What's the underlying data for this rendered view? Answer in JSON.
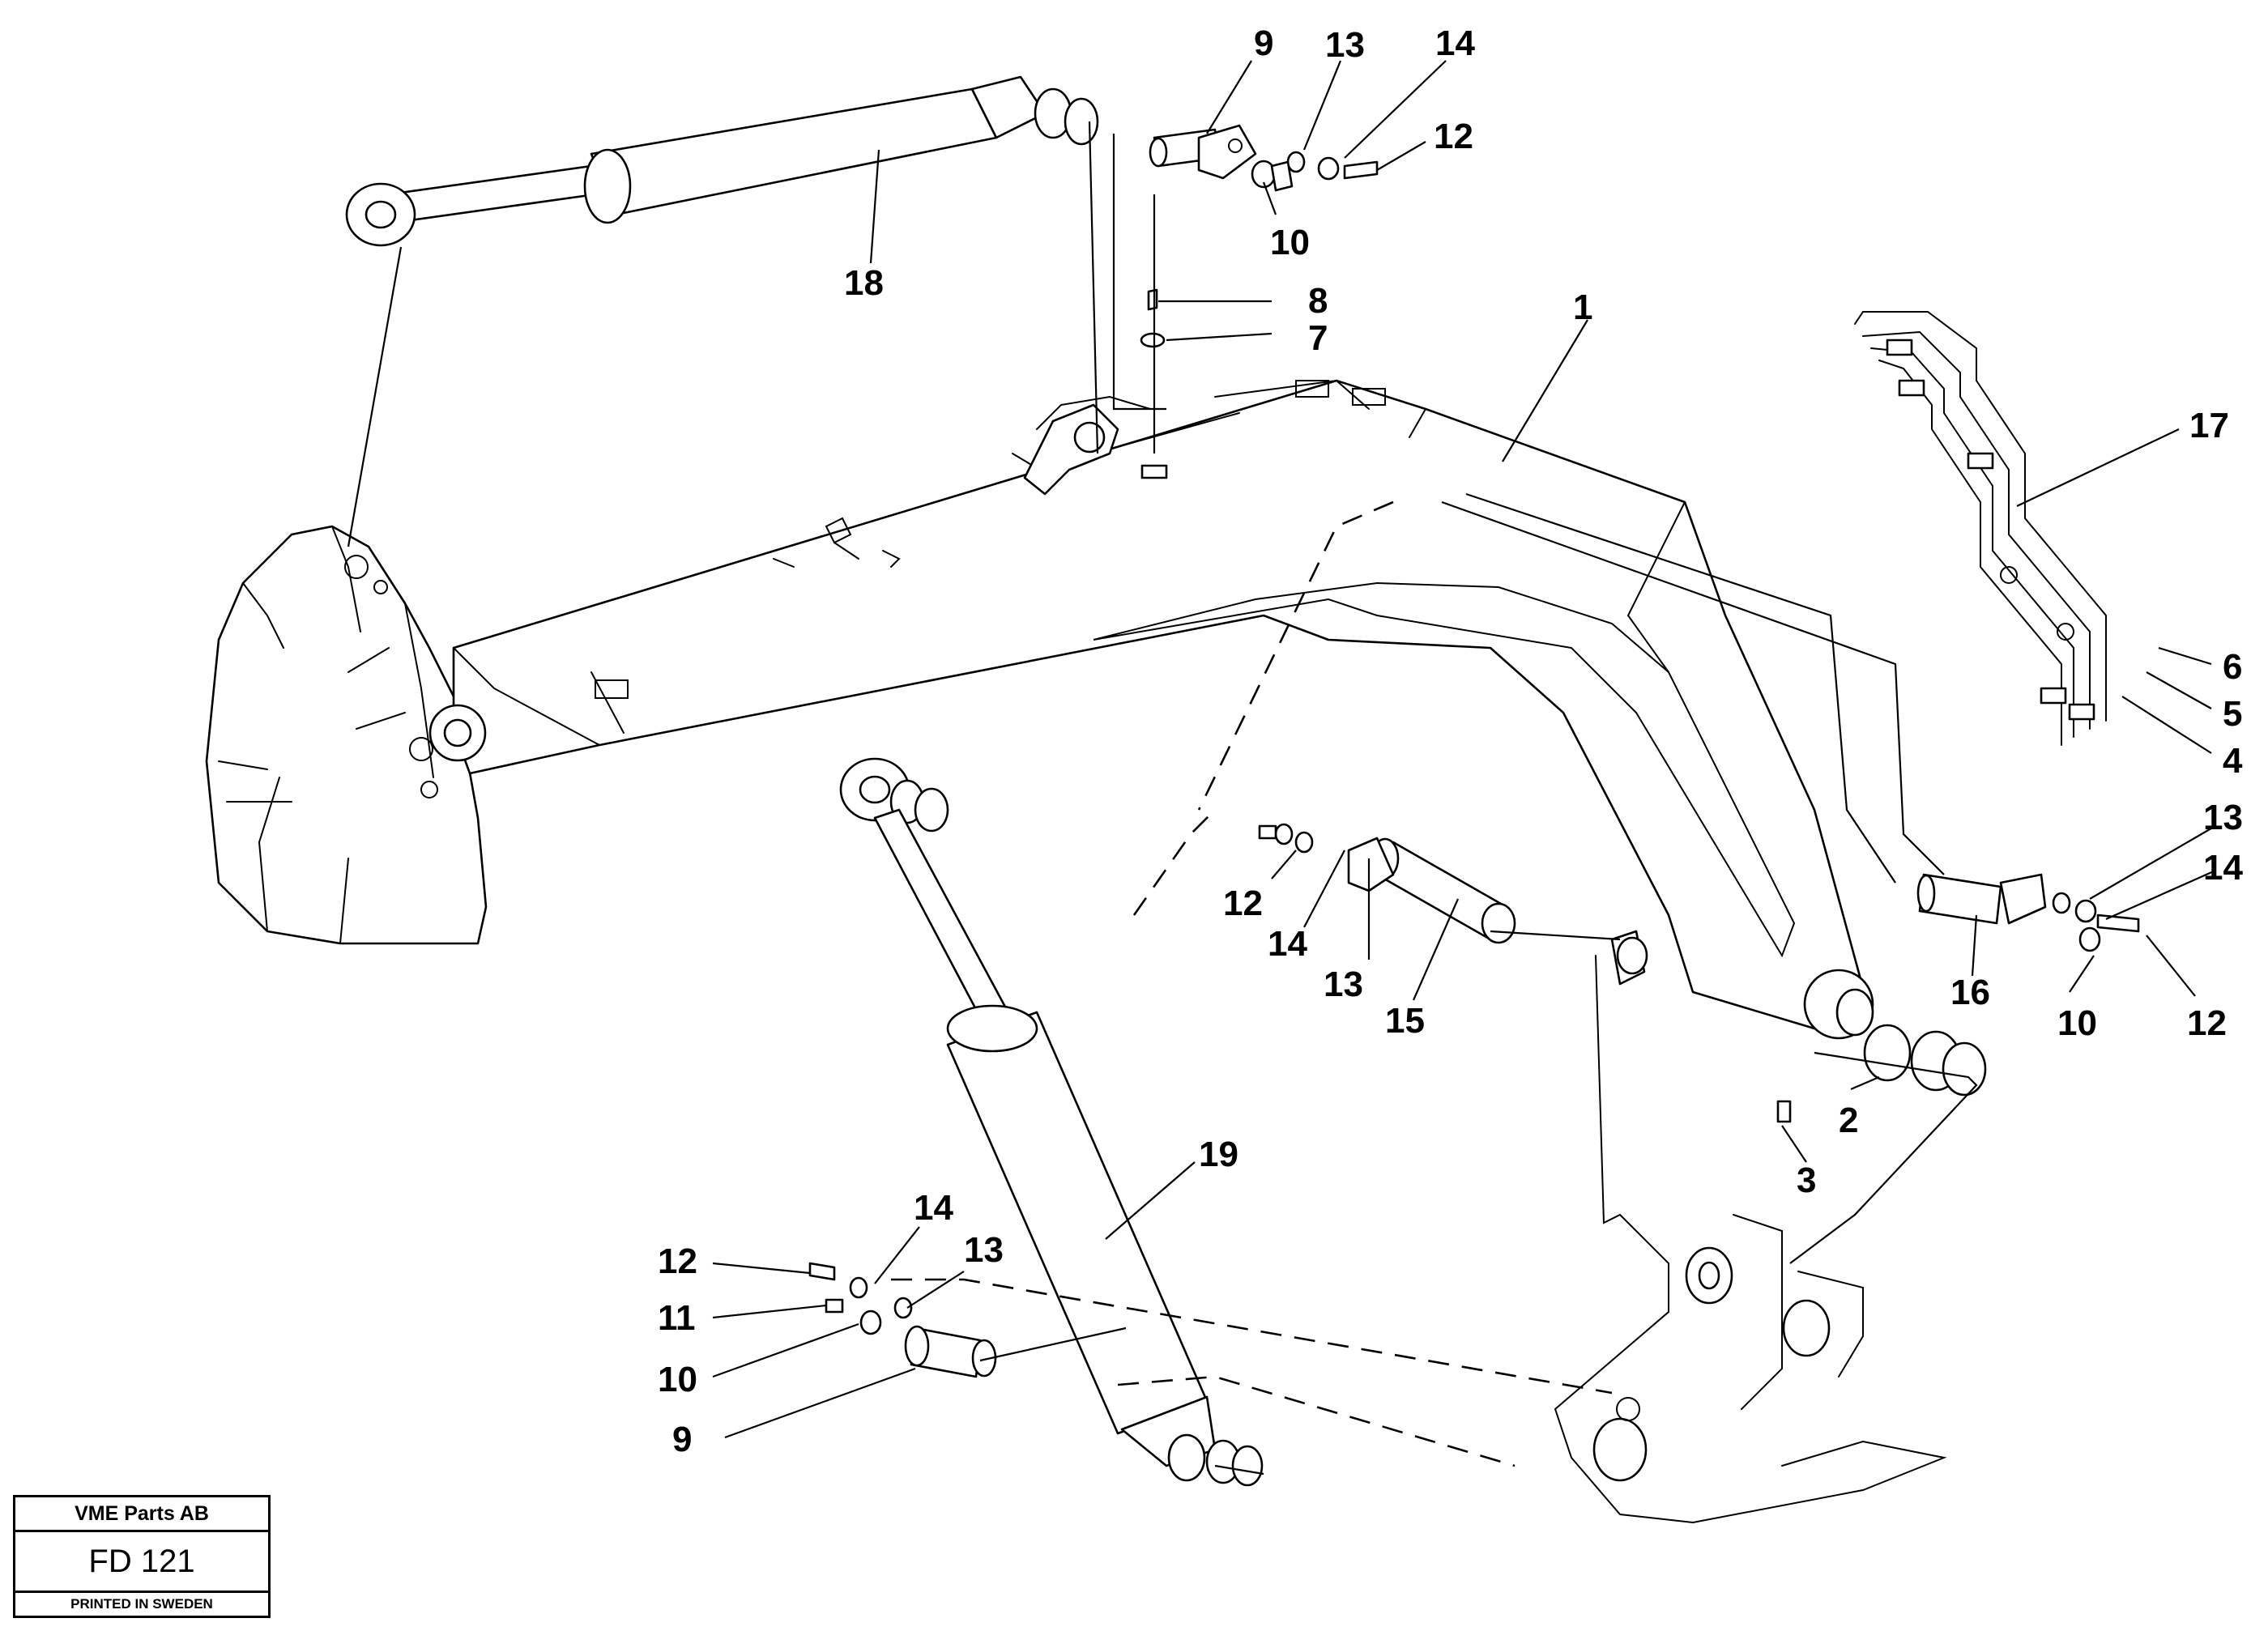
{
  "title_block": {
    "company": "VME Parts AB",
    "code": "FD 121",
    "footer": "PRINTED IN SWEDEN"
  },
  "callouts": [
    {
      "id": "c-9-top",
      "text": "9"
    },
    {
      "id": "c-13-top",
      "text": "13"
    },
    {
      "id": "c-14-top",
      "text": "14"
    },
    {
      "id": "c-12-top",
      "text": "12"
    },
    {
      "id": "c-10-top",
      "text": "10"
    },
    {
      "id": "c-18",
      "text": "18"
    },
    {
      "id": "c-8",
      "text": "8"
    },
    {
      "id": "c-7",
      "text": "7"
    },
    {
      "id": "c-1",
      "text": "1"
    },
    {
      "id": "c-17",
      "text": "17"
    },
    {
      "id": "c-6",
      "text": "6"
    },
    {
      "id": "c-5",
      "text": "5"
    },
    {
      "id": "c-4",
      "text": "4"
    },
    {
      "id": "c-13-right",
      "text": "13"
    },
    {
      "id": "c-14-right",
      "text": "14"
    },
    {
      "id": "c-16",
      "text": "16"
    },
    {
      "id": "c-10-right",
      "text": "10"
    },
    {
      "id": "c-12-right",
      "text": "12"
    },
    {
      "id": "c-12-mid",
      "text": "12"
    },
    {
      "id": "c-14-mid",
      "text": "14"
    },
    {
      "id": "c-13-mid",
      "text": "13"
    },
    {
      "id": "c-15",
      "text": "15"
    },
    {
      "id": "c-2",
      "text": "2"
    },
    {
      "id": "c-3",
      "text": "3"
    },
    {
      "id": "c-19",
      "text": "19"
    },
    {
      "id": "c-14-bottom",
      "text": "14"
    },
    {
      "id": "c-13-bottom",
      "text": "13"
    },
    {
      "id": "c-12-bottom",
      "text": "12"
    },
    {
      "id": "c-11",
      "text": "11"
    },
    {
      "id": "c-10-bottom",
      "text": "10"
    },
    {
      "id": "c-9-bottom",
      "text": "9"
    }
  ]
}
